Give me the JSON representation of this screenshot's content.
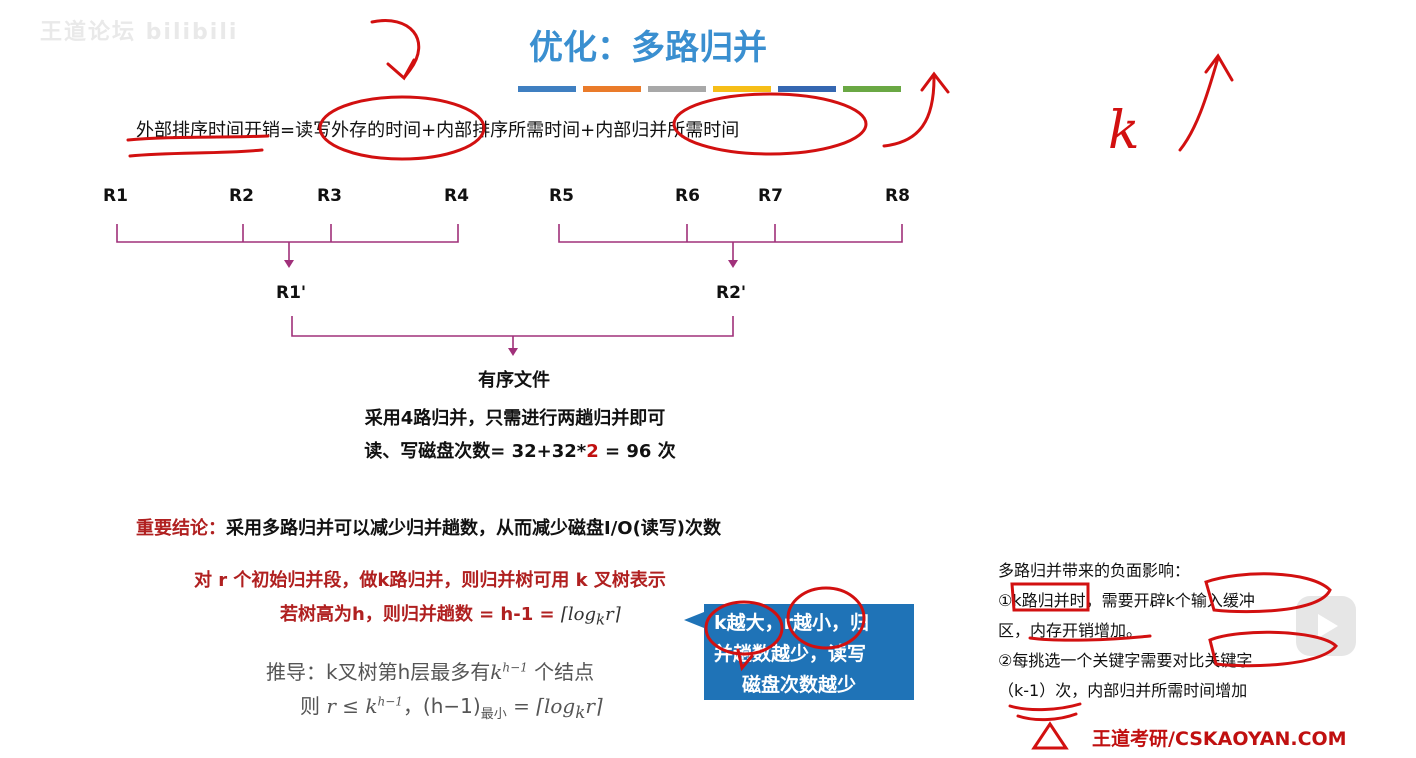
{
  "watermark": "王道论坛 bilibili",
  "title": "优化：多路归并",
  "title_bar_colors": [
    "#3f7fc1",
    "#ea7b2a",
    "#a8a8a8",
    "#f6be18",
    "#3567b1",
    "#6aa844"
  ],
  "formula": "外部排序时间开销=读写外存的时间+内部排序所需时间+内部归并所需时间",
  "runs": [
    "R1",
    "R2",
    "R3",
    "R4",
    "R5",
    "R6",
    "R7",
    "R8"
  ],
  "merged": [
    "R1'",
    "R2'"
  ],
  "ordered_file": "有序文件",
  "note1": "采用4路归并，只需进行两趟归并即可",
  "note2_prefix": "读、写磁盘次数= 32+32*",
  "note2_red": "2",
  "note2_suffix": " = 96 次",
  "conclusion_label": "重要结论：",
  "conclusion_text": "采用多路归并可以减少归并趟数，从而减少磁盘I/O(读写)次数",
  "tree_line1": "对 r 个初始归并段，做k路归并，则归并树可用 k 叉树表示",
  "tree_line2_prefix": "若树高为h，则归并趟数 = h-1 = ",
  "tree_line2_math": "⌈log",
  "tree_line2_sub": "k",
  "tree_line2_end": "r⌉",
  "derive1_prefix": "推导：k叉树第h层最多有",
  "derive1_math": "k",
  "derive1_sup": "h−1",
  "derive1_suffix": " 个结点",
  "derive2_prefix": "则 ",
  "derive2_math": "r ≤ k",
  "derive2_sup": "h−1",
  "derive2_mid": "，(h−1)",
  "derive2_sub": "最小",
  "derive2_end": " = ⌈log",
  "derive2_sub2": "k",
  "derive2_tail": "r⌉",
  "blue_box": [
    "k越大，r越小，归",
    "并趟数越少，读写",
    "磁盘次数越少"
  ],
  "negative_title": "多路归并带来的负面影响：",
  "negative_lines": [
    "①k路归并时，需要开辟k个输入缓冲",
    "区，内存开销增加。",
    "②每挑选一个关键字需要对比关键字",
    "（k-1）次，内部归并所需时间增加"
  ],
  "handwriting_k": "k",
  "brand": "王道考研/CSKAOYAN.COM",
  "colors": {
    "accent": "#3a8fd0",
    "tree": "#a0307a",
    "red": "#c01010",
    "blue": "#1f73b7"
  }
}
